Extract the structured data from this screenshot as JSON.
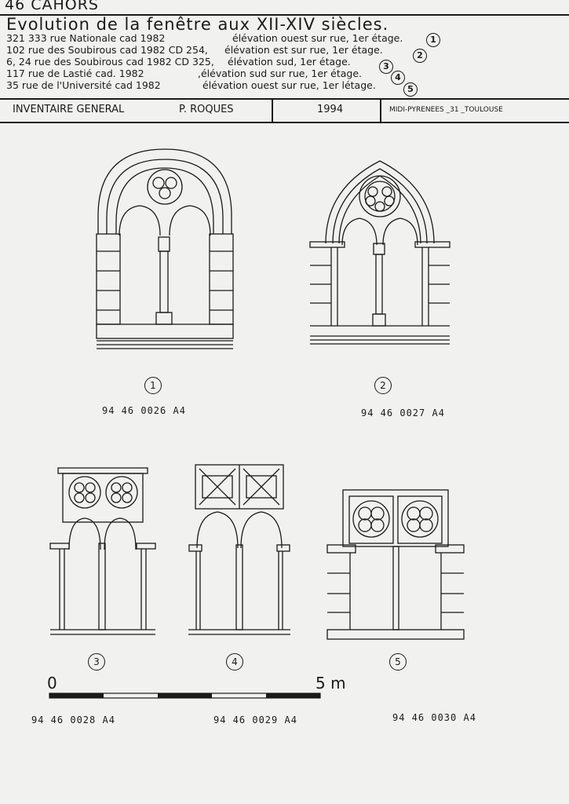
{
  "header": {
    "title": "46 CAHORS"
  },
  "subtitle": "Evolution de la fenêtre aux XII-XIV siècles.",
  "entries": [
    {
      "address": "321 333 rue Nationale cad 1982",
      "description": "élévation ouest sur rue, 1er étage.",
      "num": "1"
    },
    {
      "address": "102 rue des Soubirous cad 1982 CD 254,",
      "description": "élévation est sur rue, 1er étage.",
      "num": "2"
    },
    {
      "address": "6, 24 rue des Soubirous cad 1982 CD 325,",
      "description": "élévation sud, 1er étage.",
      "num": "3"
    },
    {
      "address": "117 rue de Lastié cad. 1982",
      "description": ",élévation sud sur rue, 1er étage.",
      "num": "4"
    },
    {
      "address": "35 rue de l'Université cad 1982",
      "description": "élévation ouest sur rue, 1er létage.",
      "num": "5"
    }
  ],
  "footer": {
    "inventory": "INVENTAIRE GENERAL",
    "author": "P. ROQUES",
    "year": "1994",
    "region": "MIDI-PYRENEES _31 _TOULOUSE"
  },
  "figures": [
    {
      "num": "1",
      "ref": "94 46 0026 A4"
    },
    {
      "num": "2",
      "ref": "94 46 0027 A4"
    },
    {
      "num": "3",
      "ref": "94 46 0028 A4"
    },
    {
      "num": "4",
      "ref": "94 46 0029 A4"
    },
    {
      "num": "5",
      "ref": "94 46 0030 A4"
    }
  ],
  "scale": {
    "start": "0",
    "end": "5 m"
  }
}
